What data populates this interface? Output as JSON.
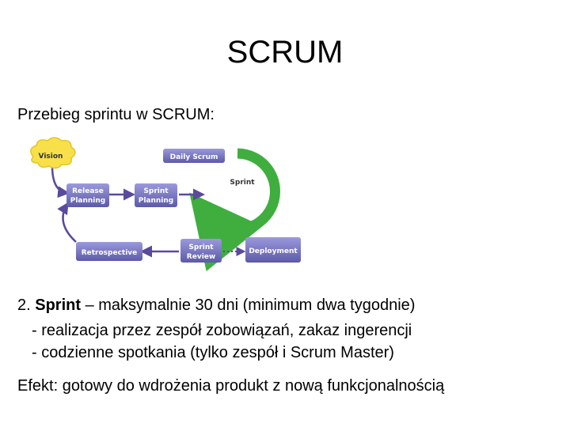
{
  "slide": {
    "title": "SCRUM",
    "subtitle": "Przebieg sprintu w SCRUM:"
  },
  "diagram": {
    "vision": "Vision",
    "daily_scrum": "Daily Scrum",
    "sprint": "Sprint",
    "release_planning": [
      "Release",
      "Planning"
    ],
    "sprint_planning": [
      "Sprint",
      "Planning"
    ],
    "retrospective": "Retrospective",
    "sprint_review": [
      "Sprint",
      "Review"
    ],
    "deployment": "Deployment",
    "colors": {
      "vision_fill": "#f7e04a",
      "node_fill": "#7a78c8",
      "node_text": "#ffffff",
      "arrow": "#5a4a9a",
      "cycle": "#3fae3f"
    }
  },
  "body": {
    "line1_prefix": "2. ",
    "line1_bold": "Sprint",
    "line1_rest": " – maksymalnie 30 dni (minimum dwa tygodnie)",
    "line2": "- realizacja przez zespół zobowiązań, zakaz ingerencji",
    "line3": "- codzienne spotkania (tylko zespół i Scrum Master)",
    "line4": "Efekt: gotowy do wdrożenia produkt z nową funkcjonalnością"
  }
}
